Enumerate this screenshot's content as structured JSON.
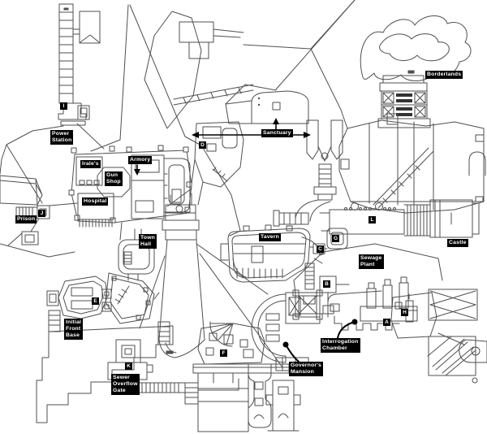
{
  "map": {
    "colors": {
      "background": "#ffffff",
      "linework": "#4f4f4f",
      "label_background": "#000000",
      "label_text": "#ffffff",
      "pointer_arrows": "#000000"
    },
    "labels": {
      "power_station": {
        "lines": [
          "Power",
          "Station"
        ]
      },
      "borderlands": {
        "lines": [
          "Borderlands"
        ]
      },
      "sanctuary": {
        "lines": [
          "Sanctuary"
        ]
      },
      "irales": {
        "lines": [
          "Irale's"
        ]
      },
      "armory": {
        "lines": [
          "Armory"
        ]
      },
      "gun_shop": {
        "lines": [
          "Gun",
          "Shop"
        ]
      },
      "hospital": {
        "lines": [
          "Hospital"
        ]
      },
      "prison": {
        "lines": [
          "Prison"
        ]
      },
      "town_hall": {
        "lines": [
          "Town",
          "Hall"
        ]
      },
      "tavern": {
        "lines": [
          "Tavern"
        ]
      },
      "sewage_plant": {
        "lines": [
          "Sewage",
          "Plant"
        ]
      },
      "castle": {
        "lines": [
          "Castle"
        ]
      },
      "initial_front_base": {
        "lines": [
          "Initial",
          "Front",
          "Base"
        ]
      },
      "sewer_overflow_gate": {
        "lines": [
          "Sewer",
          "Overflow",
          "Gate"
        ]
      },
      "governors_mansion": {
        "lines": [
          "Governor's",
          "Mansion"
        ]
      },
      "interrogation_chamber": {
        "lines": [
          "Interrogation",
          "Chamber"
        ]
      }
    },
    "markers": {
      "a": "A",
      "b": "B",
      "c": "C",
      "d": "D",
      "e": "E",
      "f": "F",
      "g": "G",
      "h": "H",
      "i": "I",
      "j": "J",
      "k": "K",
      "l": "L"
    }
  }
}
